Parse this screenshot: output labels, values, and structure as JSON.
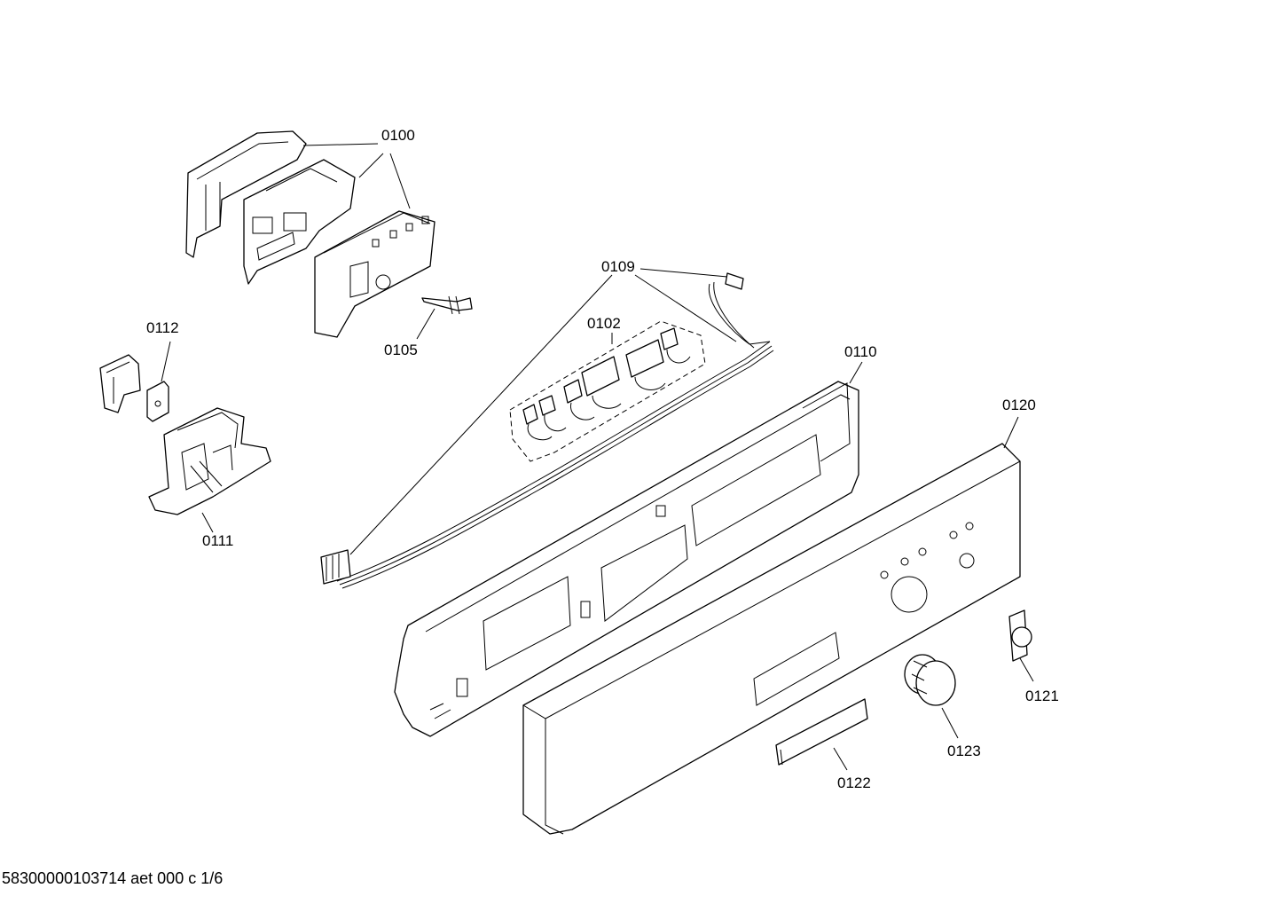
{
  "footer": {
    "doc_ref": "58300000103714 aet 000 c 1/6"
  },
  "labels": {
    "p0100": "0100",
    "p0102": "0102",
    "p0105": "0105",
    "p0109": "0109",
    "p0110": "0110",
    "p0111": "0111",
    "p0112": "0112",
    "p0120": "0120",
    "p0121": "0121",
    "p0122": "0122",
    "p0123": "0123"
  }
}
